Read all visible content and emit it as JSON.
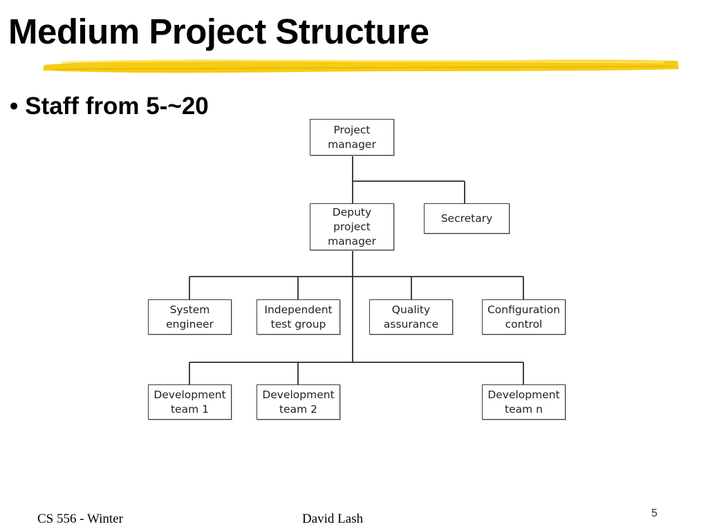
{
  "slide": {
    "title": "Medium Project Structure",
    "bullet_marker": "•",
    "bullet": "Staff from 5-~20",
    "highlight_color": "#f5c800"
  },
  "org_chart": {
    "nodes": [
      {
        "id": "pm",
        "label": "Project\nmanager"
      },
      {
        "id": "dpm",
        "label": "Deputy\nproject\nmanager"
      },
      {
        "id": "sec",
        "label": "Secretary"
      },
      {
        "id": "se",
        "label": "System\nengineer"
      },
      {
        "id": "itg",
        "label": "Independent\ntest group"
      },
      {
        "id": "qa",
        "label": "Quality\nassurance"
      },
      {
        "id": "cc",
        "label": "Configuration\ncontrol"
      },
      {
        "id": "dt1",
        "label": "Development\nteam 1"
      },
      {
        "id": "dt2",
        "label": "Development\nteam 2"
      },
      {
        "id": "dtn",
        "label": "Development\nteam n"
      }
    ],
    "edges": [
      [
        "pm",
        "dpm"
      ],
      [
        "pm",
        "sec"
      ],
      [
        "dpm",
        "se"
      ],
      [
        "dpm",
        "itg"
      ],
      [
        "dpm",
        "qa"
      ],
      [
        "dpm",
        "cc"
      ],
      [
        "dpm",
        "dt1"
      ],
      [
        "dpm",
        "dt2"
      ],
      [
        "dpm",
        "dtn"
      ]
    ]
  },
  "footer": {
    "course": "CS 556 - Winter",
    "author": "David Lash",
    "page_number": "5"
  }
}
